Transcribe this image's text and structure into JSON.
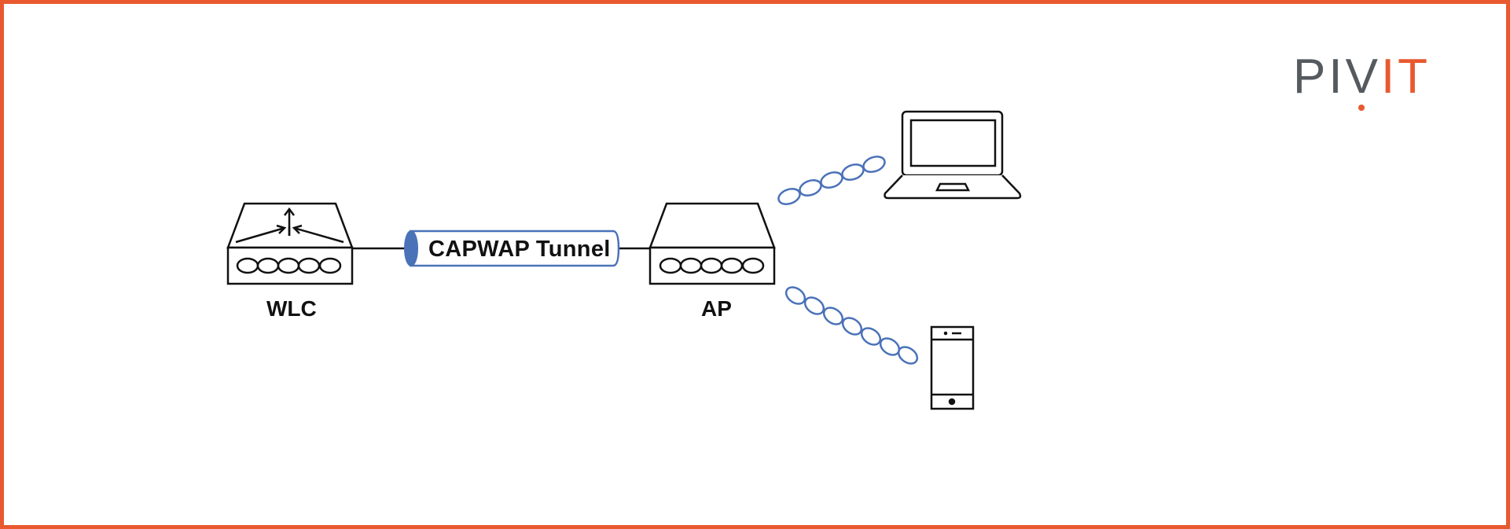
{
  "diagram": {
    "nodes": {
      "wlc": {
        "label": "WLC"
      },
      "ap": {
        "label": "AP"
      },
      "laptop": {
        "icon": "laptop-icon"
      },
      "phone": {
        "icon": "smartphone-icon"
      }
    },
    "tunnel": {
      "label": "CAPWAP Tunnel"
    },
    "wireless_links": [
      "ap-to-laptop",
      "ap-to-phone"
    ]
  },
  "logo": {
    "part1": "PI",
    "part2": "V",
    "part3": "IT"
  },
  "colors": {
    "border": "#e8592f",
    "accent": "#4a72b8",
    "stroke": "#111111",
    "logo_grey": "#555a5f",
    "logo_orange": "#e8592f"
  }
}
